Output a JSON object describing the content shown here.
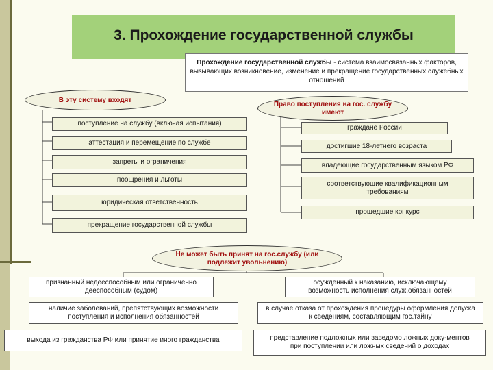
{
  "title": "3. Прохождение государственной службы",
  "definition": {
    "term": "Прохождение государственной службы",
    "text": " - система взаимосвязанных факторов, вызывающих возникновение, изменение и прекращение государственных служебных отношений"
  },
  "left_group": {
    "header": "В эту систему входят",
    "items": [
      "поступление на службу (включая испытания)",
      "аттестация и перемещение по службе",
      "запреты и ограничения",
      "поощрения и льготы",
      "юридическая ответственность",
      "прекращение государственной службы"
    ]
  },
  "right_group": {
    "header": "Право поступления на гос. службу имеют",
    "items": [
      "граждане России",
      "достигшие 18-летнего возраста",
      "владеющие государственным языком РФ",
      "соответствующие квалификационным требованиям",
      "прошедшие конкурс"
    ]
  },
  "bottom_group": {
    "header": "Не может быть принят на гос.службу (или подлежит увольнению)",
    "left_items": [
      "признанный недееспособным или ограниченно дееспособным (судом)",
      "наличие заболеваний, препятствующих возможности поступления и исполнения обязанностей",
      "выхода из гражданства РФ или принятие иного гражданства"
    ],
    "right_items": [
      "осужденный к наказанию, исключающему возможность исполнения служ.обязанностей",
      "в случае отказа от прохождения процедуры оформления допуска к сведениям, составляющим гос.тайну",
      "представление подложных или заведомо ложных доку-ментов при поступлении или ложных сведений о доходах"
    ]
  }
}
